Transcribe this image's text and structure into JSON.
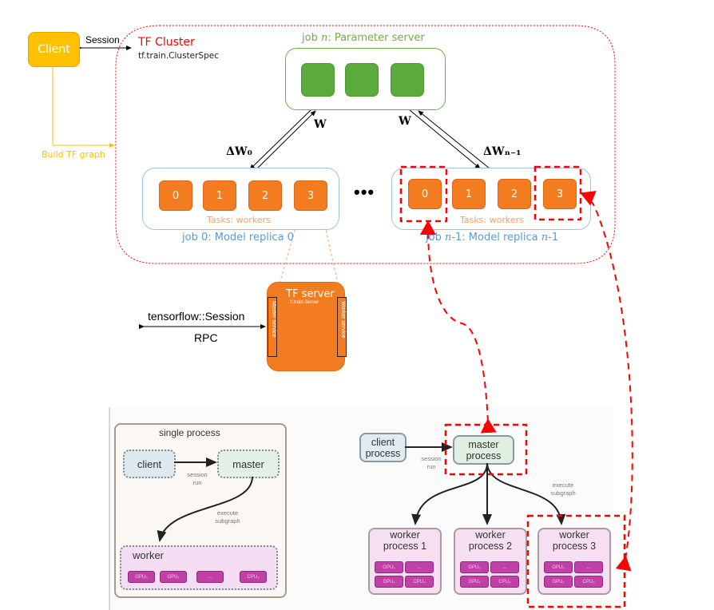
{
  "colors": {
    "client": "#ffc000",
    "cluster_border": "#ff0000",
    "param_server": "#70ad47",
    "worker_task": "#f47c20",
    "job_box": "#9dc3e6",
    "highlight": "#ff0000"
  },
  "client": {
    "label": "Client",
    "session_label": "Session",
    "build_label": "Build TF graph"
  },
  "cluster": {
    "title": "TF Cluster",
    "spec": "tf.train.ClusterSpec"
  },
  "param_server": {
    "title": "job n: Parameter server",
    "tasks": 3
  },
  "arrows": {
    "w_left": "W",
    "w_right": "W",
    "dw_left": "ΔW₀",
    "dw_right": "ΔWₙ₋₁"
  },
  "job0": {
    "label": "job 0: Model replica 0",
    "tasks_label": "Tasks: workers",
    "tasks": [
      "0",
      "1",
      "2",
      "3"
    ]
  },
  "jobn": {
    "label": "job n-1: Model replica n-1",
    "tasks_label": "Tasks: workers",
    "tasks": [
      "0",
      "1",
      "2",
      "3"
    ]
  },
  "ellipsis": "•••",
  "tf_server": {
    "title": "TF server",
    "subtitle": "tf.train.Server",
    "master_service": "Master service",
    "worker_service": "Worker service",
    "session_label": "tensorflow::Session",
    "rpc_label": "RPC"
  },
  "single_process": {
    "title": "single process",
    "client": "client",
    "master": "master",
    "session_run": "session\nrun",
    "execute_subgraph": "execute\nsubgraph",
    "worker": "worker",
    "devices": [
      "GPU₀",
      "GPU₁",
      "...",
      "CPU₀"
    ]
  },
  "distributed": {
    "client": [
      "client",
      "process"
    ],
    "master": [
      "master",
      "process"
    ],
    "session_run": "session\nrun",
    "execute_subgraph": "execute\nsubgraph",
    "workers": [
      {
        "title": [
          "worker",
          "process 1"
        ],
        "devices": [
          "GPU₀",
          "...",
          "GPU₁",
          "CPU₀"
        ]
      },
      {
        "title": [
          "worker",
          "process 2"
        ],
        "devices": [
          "GPU₀",
          "...",
          "GPU₁",
          "CPU₀"
        ]
      },
      {
        "title": [
          "worker",
          "process 3"
        ],
        "devices": [
          "GPU₀",
          "...",
          "GPU₁",
          "CPU₀"
        ]
      }
    ]
  }
}
